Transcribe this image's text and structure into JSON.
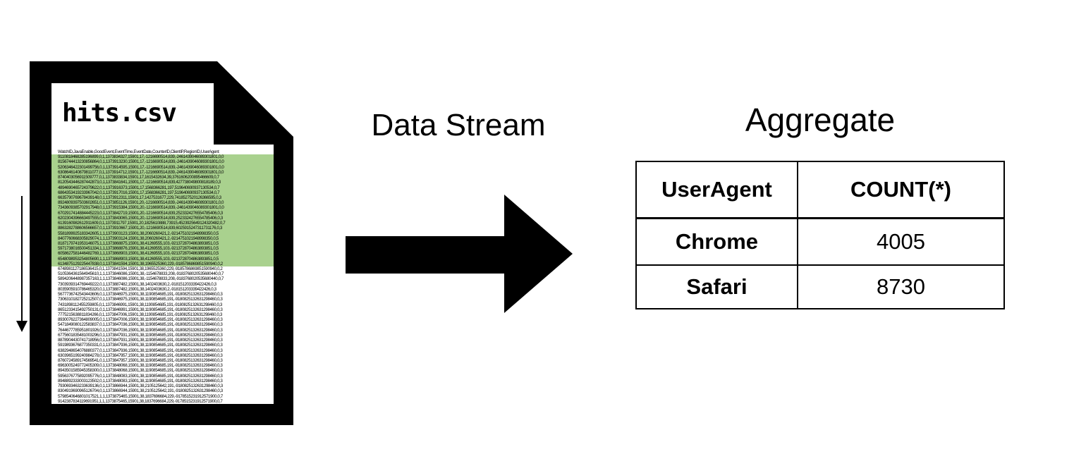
{
  "file": {
    "name": "hits.csv",
    "csv_header": "WatchID,JavaEnable,GoodEvent,EventTime,EventDate,CounterID,ClientIP,RegionID,UserAgent",
    "highlighted_row_count": 22,
    "csv_rows": [
      "9110818468285196899,0,1,1373834327,15901,17,-1216690514,839,-2461439046089301801,0,0",
      "8156744413230856864,0,1,1373913230,15901,17,-1216690514,839,-2461439046089301801,0,0",
      "5206346422301499756,0,1,1373914595,15901,17,-1216690514,839,-2461439046089301801,0,0",
      "6308646140879811077,0,1,1373914712,15901,17,-1216690514,839,-2461439046089301801,0,0",
      "8740403056911509777,0,1,1373833834,15901,17,1615432634,39,3761606200895466609,0,7",
      "8120543446287442873,0,1,1373841641,15901,17,-1216690514,839,427738049800818189,0,3",
      "4894690465724379622,0,1,1373916373,15901,17,1568366281,197,519640690937130534,0,7",
      "6864353419233967042,0,1,1373917016,15901,17,1568366281,197,519640690937130534,0,7",
      "6635790769678439148,0,1,1373912311,15901,17,1427531677,229,7418527520126366595,0,3",
      "8924809397503602651,0,1,1373851126,15901,20,-1216690514,839,-2461439046089301801,0,0",
      "7343609385702917948,0,1,1373915384,15901,20,-1216690514,839,-2461439046089301801,0,0",
      "6702917414884445223,0,1,1373842719,15901,20,-1216690514,839,2523324276554785406,0,3",
      "6202304396663497555,0,1,1373843065,15901,20,-1216690514,839,2523324276554785406,0,3",
      "6139160982612911609,0,1,1373911797,15901,20,1825610888,73915,4523925649124320482,0,7",
      "8863282788606566657,0,1,1373910667,15901,20,-1216690514,839,6025915247311731176,0,3",
      "5581899925183342605,1,1,1373903123,15901,38,2060260421,2,-9214751021948998350,0,5",
      "8407760668305829074,1,1,1373903124,15901,38,2060260421,2,-9214751021948998350,0,5",
      "8187179741953146075,1,1,1373868875,15901,38,41269555,103,-9213728704863893851,0,5",
      "5971738016500451334,1,1,1373868876,15901,38,41269555,103,-9213728704863893851,0,5",
      "6058627581446482769,1,1,1373868903,15901,38,41269555,103,-9213728704863893851,0,5",
      "6548098953254805690,1,1,1373868903,15901,38,41269555,103,-9213728704863893851,0,5",
      "6134875129225447838,0,1,1373841594,15901,38,1965525360,229,-9185786869851590940,0,2",
      "6748981127186536415,0,1,1373841594,15901,38,1965525360,229,-9185786869851590940,0,2",
      "5105364361564945610,1,1,1373846086,15901,38,-1154678833,208,-9183768020535680440,0,7",
      "5894206448987357163,1,1,1373846086,15901,38,-1154678833,208,-9183768020535680440,0,7",
      "7303939314769449222,0,1,1373887482,15901,38,1402403630,2,-918151203339422426,0,3",
      "8035905910786465320,0,1,1373887482,15901,38,1402403630,2,-918151203339422426,0,3",
      "5677736742543443606,0,1,1373846975,15901,38,1190854685,191,-9180825132631298460,0,3",
      "7306310182725212507,0,1,1373846975,15901,38,1190854685,191,-9180825132631298460,0,3",
      "7431898112455259805,0,1,1373846991,15901,38,1190854685,191,-9180825132631298460,0,3",
      "8651233415492750131,0,1,1373846991,15901,38,1190854685,191,-9180825132631298460,0,3",
      "7775215638811834266,0,1,1373847006,15901,38,1190854685,191,-9180825132631298460,0,3",
      "8930076227364809005,0,1,1373847006,15901,38,1190854685,191,-9180825132631298460,0,3",
      "5471849080122583837,0,1,1373847036,15901,38,1190854685,191,-9180825132631298460,0,3",
      "7644677785951801926,0,1,1373847036,15901,38,1190854685,191,-9180825132631298460,0,3",
      "6775601835481003296,0,1,1373847931,15901,38,1190854685,191,-9180825132631298460,0,3",
      "8878904430741718956,0,1,1373847931,15901,38,1190854685,191,-9180825132631298460,0,3",
      "5919893676877350331,0,1,1373847936,15901,38,1190854685,191,-9180825132631298460,0,3",
      "6382948654076880377,0,1,1373847936,15901,38,1190854685,191,-9180825132631298460,0,3",
      "6303965199240984278,0,1,1373847957,15901,38,1190854685,191,-9180825132631298460,0,3",
      "8760724589174569541,0,1,1373847957,15901,38,1190854685,191,-9180825132631298460,0,3",
      "6963005249772405309,0,1,1373848068,15901,38,1190854685,191,-9180825132631298460,0,3",
      "8943501585945358300,0,1,1373848068,15901,38,1190854685,191,-9180825132631298460,0,3",
      "5956376775892095776,0,1,1373848083,15901,38,1190854685,191,-9180825132631298460,0,3",
      "8948892333003123502,0,1,1373848083,15901,38,1190854685,191,-9180825132631298460,0,3",
      "7930693463233639136,0,1,1373866944,15901,38,2105125642,191,-9180825132631298460,0,3",
      "8304919690965126704,0,1,1373866944,15901,38,2105125642,191,-9180825132631298460,0,3",
      "5798540646801017521,1,1,1373875465,15901,38,1837696684,229,-9178515231912571900,0,7",
      "9142387834119691951,1,1,1373875465,15901,38,1837696684,229,-9178515231912571900,0,7"
    ]
  },
  "labels": {
    "data_stream": "Data Stream",
    "aggregate": "Aggregate"
  },
  "table": {
    "columns": [
      "UserAgent",
      "COUNT(*)"
    ],
    "rows": [
      [
        "Chrome",
        "4005"
      ],
      [
        "Safari",
        "8730"
      ]
    ]
  },
  "colors": {
    "highlight_green": "#a9d18e",
    "ink": "#000000"
  }
}
